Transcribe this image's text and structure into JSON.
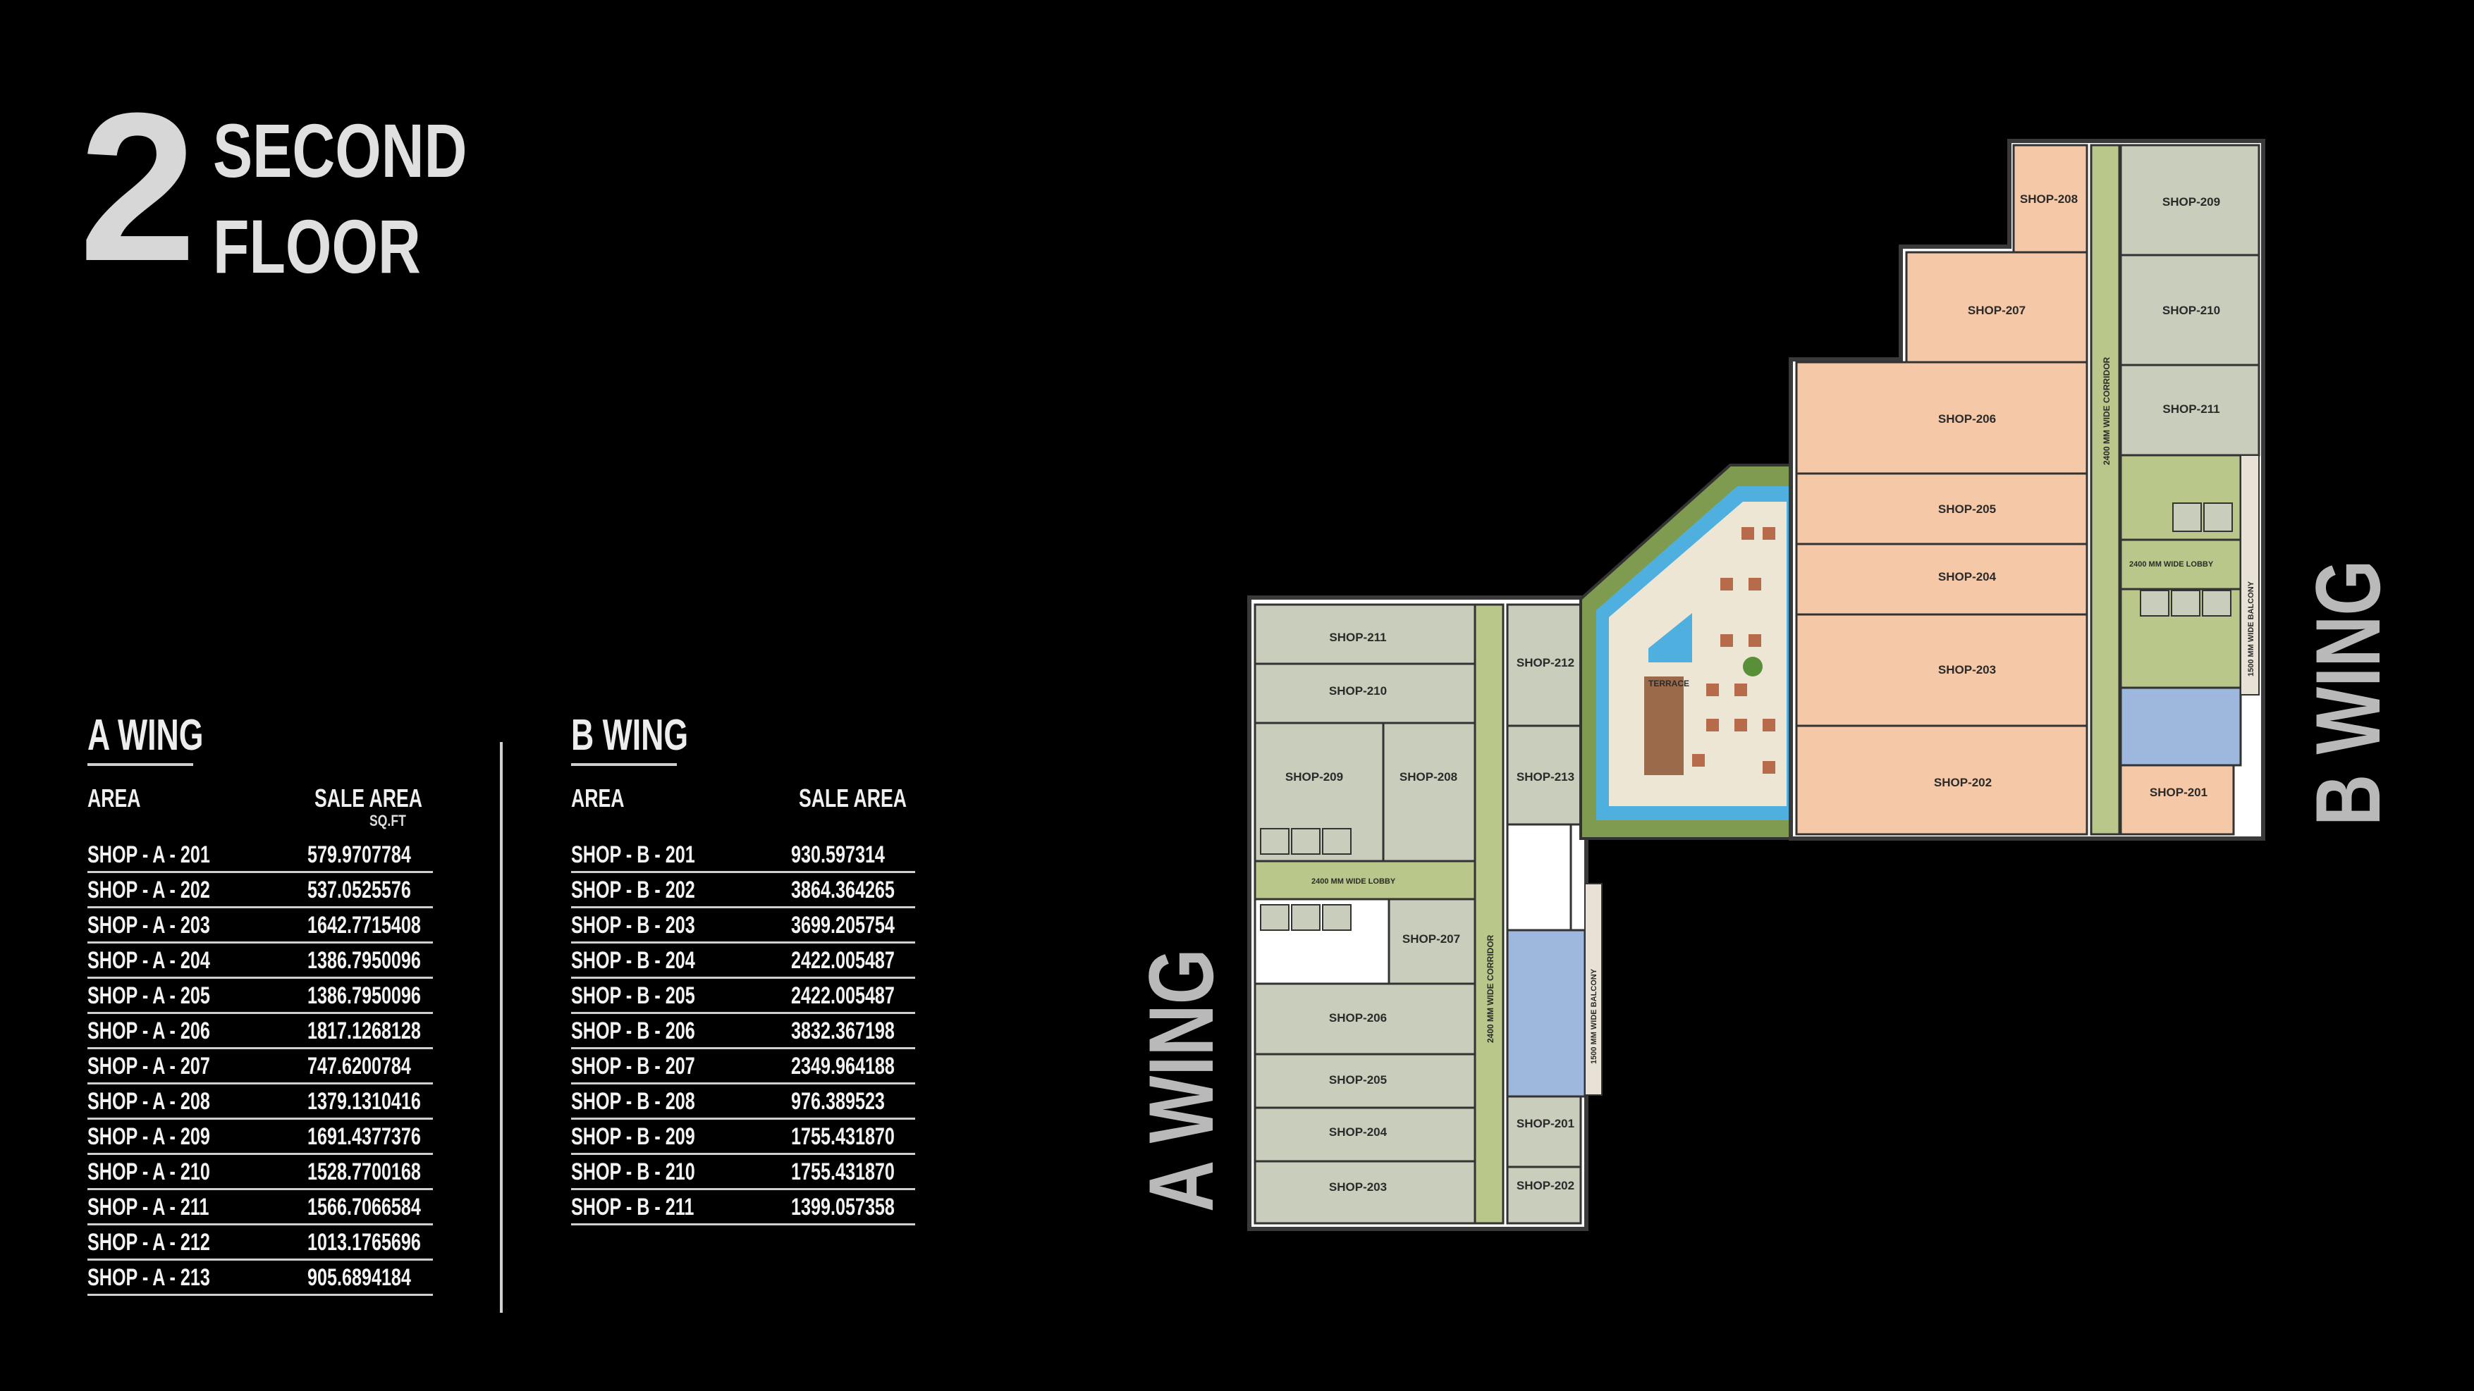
{
  "title": {
    "number": "2",
    "line1": "SECOND",
    "line2": "FLOOR"
  },
  "a_wing": {
    "heading": "A WING",
    "col_area": "AREA",
    "col_sale": "SALE AREA",
    "unit": "SQ.FT",
    "rows": [
      {
        "shop": "SHOP - A - 201",
        "area": "579.9707784"
      },
      {
        "shop": "SHOP - A - 202",
        "area": "537.0525576"
      },
      {
        "shop": "SHOP - A - 203",
        "area": "1642.7715408"
      },
      {
        "shop": "SHOP - A - 204",
        "area": "1386.7950096"
      },
      {
        "shop": "SHOP - A - 205",
        "area": "1386.7950096"
      },
      {
        "shop": "SHOP - A - 206",
        "area": "1817.1268128"
      },
      {
        "shop": "SHOP - A - 207",
        "area": "747.6200784"
      },
      {
        "shop": "SHOP - A - 208",
        "area": "1379.1310416"
      },
      {
        "shop": "SHOP - A - 209",
        "area": "1691.4377376"
      },
      {
        "shop": "SHOP - A - 210",
        "area": "1528.7700168"
      },
      {
        "shop": "SHOP - A - 211",
        "area": "1566.7066584"
      },
      {
        "shop": "SHOP - A - 212",
        "area": "1013.1765696"
      },
      {
        "shop": "SHOP - A - 213",
        "area": "905.6894184"
      }
    ]
  },
  "b_wing": {
    "heading": "B WING",
    "col_area": "AREA",
    "col_sale": "SALE AREA",
    "rows": [
      {
        "shop": "SHOP - B - 201",
        "area": "930.597314"
      },
      {
        "shop": "SHOP - B - 202",
        "area": "3864.364265"
      },
      {
        "shop": "SHOP - B - 203",
        "area": "3699.205754"
      },
      {
        "shop": "SHOP - B - 204",
        "area": "2422.005487"
      },
      {
        "shop": "SHOP - B - 205",
        "area": "2422.005487"
      },
      {
        "shop": "SHOP - B - 206",
        "area": "3832.367198"
      },
      {
        "shop": "SHOP - B - 207",
        "area": "2349.964188"
      },
      {
        "shop": "SHOP - B - 208",
        "area": "976.389523"
      },
      {
        "shop": "SHOP - B - 209",
        "area": "1755.431870"
      },
      {
        "shop": "SHOP - B - 210",
        "area": "1755.431870"
      },
      {
        "shop": "SHOP - B - 211",
        "area": "1399.057358"
      }
    ]
  },
  "wing_labels": {
    "a": "A WING",
    "b": "B WING"
  },
  "plan": {
    "a_wing_shops": {
      "s211": "SHOP-211",
      "s210": "SHOP-210",
      "s209": "SHOP-209",
      "s208": "SHOP-208",
      "s212": "SHOP-212",
      "s213": "SHOP-213",
      "s207": "SHOP-207",
      "s206": "SHOP-206",
      "s205": "SHOP-205",
      "s204": "SHOP-204",
      "s203": "SHOP-203",
      "s201": "SHOP-201",
      "s202": "SHOP-202"
    },
    "b_wing_shops": {
      "s208": "SHOP-208",
      "s209": "SHOP-209",
      "s207": "SHOP-207",
      "s210": "SHOP-210",
      "s206": "SHOP-206",
      "s211": "SHOP-211",
      "s205": "SHOP-205",
      "s204": "SHOP-204",
      "s203": "SHOP-203",
      "s202": "SHOP-202",
      "s201": "SHOP-201"
    },
    "a_corridor": "2400 MM WIDE CORRIDOR",
    "a_balcony": "1500 MM WIDE BALCONY",
    "b_corridor": "2400 MM WIDE CORRIDOR",
    "b_balcony": "1500 MM WIDE BALCONY",
    "a_lobby": "2400 MM WIDE LOBBY",
    "b_lobby": "2400 MM WIDE LOBBY",
    "terrace": "TERRACE",
    "colors": {
      "a_shop": "#c9cdbc",
      "b_shop": "#f5c9a8",
      "corridor": "#b9c78a",
      "service": "#9db7dd",
      "landscape": "#7f9b4f",
      "water": "#4fb0e0",
      "wall": "#3a3a3a"
    }
  }
}
